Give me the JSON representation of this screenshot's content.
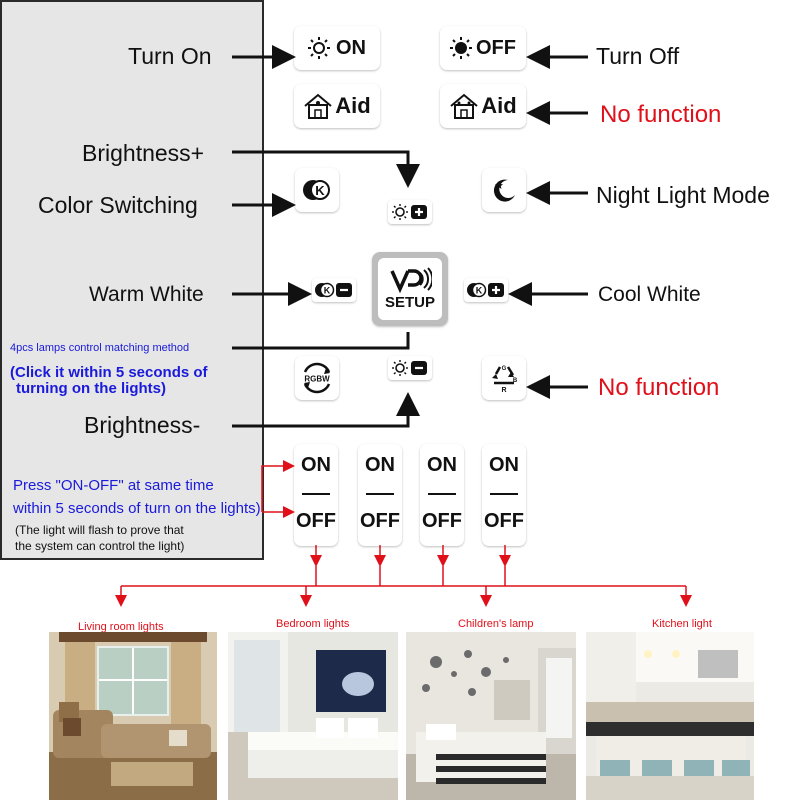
{
  "remote": {
    "on_label": "ON",
    "off_label": "OFF",
    "aid_left": "Aid",
    "aid_right": "Aid",
    "color_switch_glyph": "K",
    "setup_label": "SETUP",
    "rgbw_label": "RGBW",
    "zones": [
      {
        "on": "ON",
        "off": "OFF"
      },
      {
        "on": "ON",
        "off": "OFF"
      },
      {
        "on": "ON",
        "off": "OFF"
      },
      {
        "on": "ON",
        "off": "OFF"
      }
    ]
  },
  "labels": {
    "turn_on": "Turn On",
    "turn_off": "Turn Off",
    "no_function_top": "No function",
    "brightness_plus": "Brightness+",
    "color_switching": "Color Switching",
    "night_light": "Night Light Mode",
    "warm_white": "Warm White",
    "cool_white": "Cool White",
    "matching_method": "4pcs lamps control matching method",
    "click_within_line1": "(Click it within 5 seconds of",
    "click_within_line2": "turning on the lights)",
    "no_function_bottom": "No function",
    "brightness_minus": "Brightness-",
    "press_line1": "Press \"ON-OFF\" at same time",
    "press_line2": "within 5 seconds of turn on the lights)",
    "flash_line1": "(The light will flash to prove that",
    "flash_line2": "the system can control the light)"
  },
  "rooms": [
    "Living room lights",
    "Bedroom lights",
    "Children's lamp",
    "Kitchen light"
  ],
  "icons": {
    "sun_outline": "sun-outline-icon",
    "sun_filled": "sun-filled-icon",
    "house": "house-icon",
    "moon": "moon-star-icon",
    "recycle": "rgb-recycle-icon",
    "wifi": "wireless-setup-icon"
  },
  "colors": {
    "remote_bg": "#e6e6e6",
    "annotation_red": "#e0101a",
    "annotation_blue": "#1a1adb",
    "connector_red": "#e0101a"
  }
}
